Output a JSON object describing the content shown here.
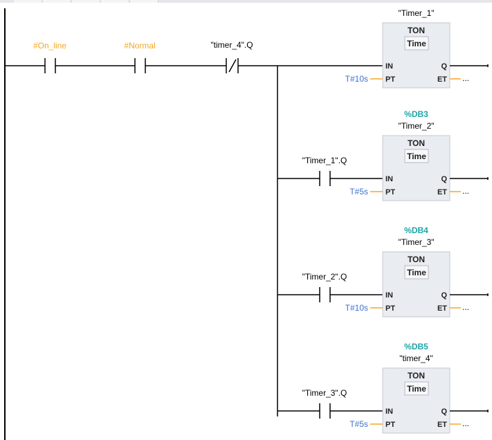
{
  "contacts": [
    {
      "id": "c-online",
      "label": "#On_line",
      "type": "NO",
      "variable": true
    },
    {
      "id": "c-normal",
      "label": "#Normal",
      "type": "NO",
      "variable": true
    },
    {
      "id": "c-timer4q",
      "label": "\"timer_4\".Q",
      "type": "NC",
      "variable": false
    }
  ],
  "branches": [
    {
      "id": "timer-1",
      "contact": "",
      "db": "",
      "instance": "\"Timer_1\"",
      "type": "TON",
      "time_label": "Time",
      "pt": "T#10s",
      "in_pin": "IN",
      "pt_pin": "PT",
      "q_pin": "Q",
      "et_pin": "ET",
      "et_value": "..."
    },
    {
      "id": "timer-2",
      "contact": "\"Timer_1\".Q",
      "db": "%DB3",
      "instance": "\"Timer_2\"",
      "type": "TON",
      "time_label": "Time",
      "pt": "T#5s",
      "in_pin": "IN",
      "pt_pin": "PT",
      "q_pin": "Q",
      "et_pin": "ET",
      "et_value": "..."
    },
    {
      "id": "timer-3",
      "contact": "\"Timer_2\".Q",
      "db": "%DB4",
      "instance": "\"Timer_3\"",
      "type": "TON",
      "time_label": "Time",
      "pt": "T#10s",
      "in_pin": "IN",
      "pt_pin": "PT",
      "q_pin": "Q",
      "et_pin": "ET",
      "et_value": "..."
    },
    {
      "id": "timer-4",
      "contact": "\"Timer_3\".Q",
      "db": "%DB5",
      "instance": "\"timer_4\"",
      "type": "TON",
      "time_label": "Time",
      "pt": "T#5s",
      "in_pin": "IN",
      "pt_pin": "PT",
      "q_pin": "Q",
      "et_pin": "ET",
      "et_value": "..."
    }
  ],
  "colors": {
    "wire": "#000000",
    "variable_label": "#f5a623",
    "db_label": "#1fa5a5",
    "constant": "#3b6fd4",
    "pt_wire": "#f5a623",
    "box_fill": "#e9ecf0",
    "box_border": "#c3c8cf",
    "time_fill": "#f7f8fa"
  }
}
